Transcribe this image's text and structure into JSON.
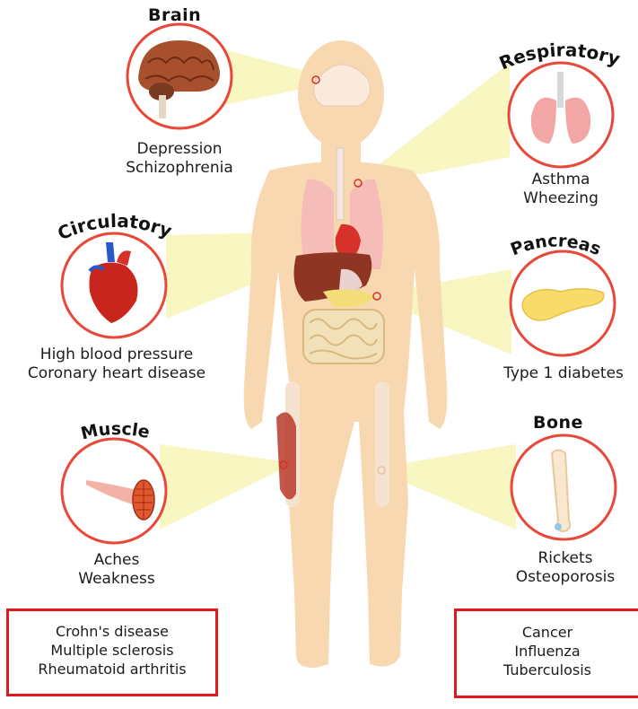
{
  "organs": [
    {
      "title": "Brain",
      "diseases": [
        "Depression",
        "Schizophrenia"
      ]
    },
    {
      "title": "Respiratory",
      "diseases": [
        "Asthma",
        "Wheezing"
      ]
    },
    {
      "title": "Circulatory",
      "diseases": [
        "High blood pressure",
        "Coronary heart disease"
      ]
    },
    {
      "title": "Pancreas",
      "diseases": [
        "Type 1 diabetes"
      ]
    },
    {
      "title": "Muscle",
      "diseases": [
        "Aches",
        "Weakness"
      ]
    },
    {
      "title": "Bone",
      "diseases": [
        "Rickets",
        "Osteoporosis"
      ]
    }
  ],
  "boxes": [
    {
      "items": [
        "Crohn's disease",
        "Multiple sclerosis",
        "Rheumatoid arthritis"
      ]
    },
    {
      "items": [
        "Cancer",
        "Influenza",
        "Tuberculosis"
      ]
    }
  ],
  "colors": {
    "body": "#f8d8b0",
    "beam": "#f6f4b4",
    "ring": "#e8483a",
    "box_border": "#e0191e"
  },
  "icons": [
    "brain-icon",
    "lungs-icon",
    "heart-icon",
    "pancreas-icon",
    "muscle-icon",
    "bone-icon"
  ]
}
